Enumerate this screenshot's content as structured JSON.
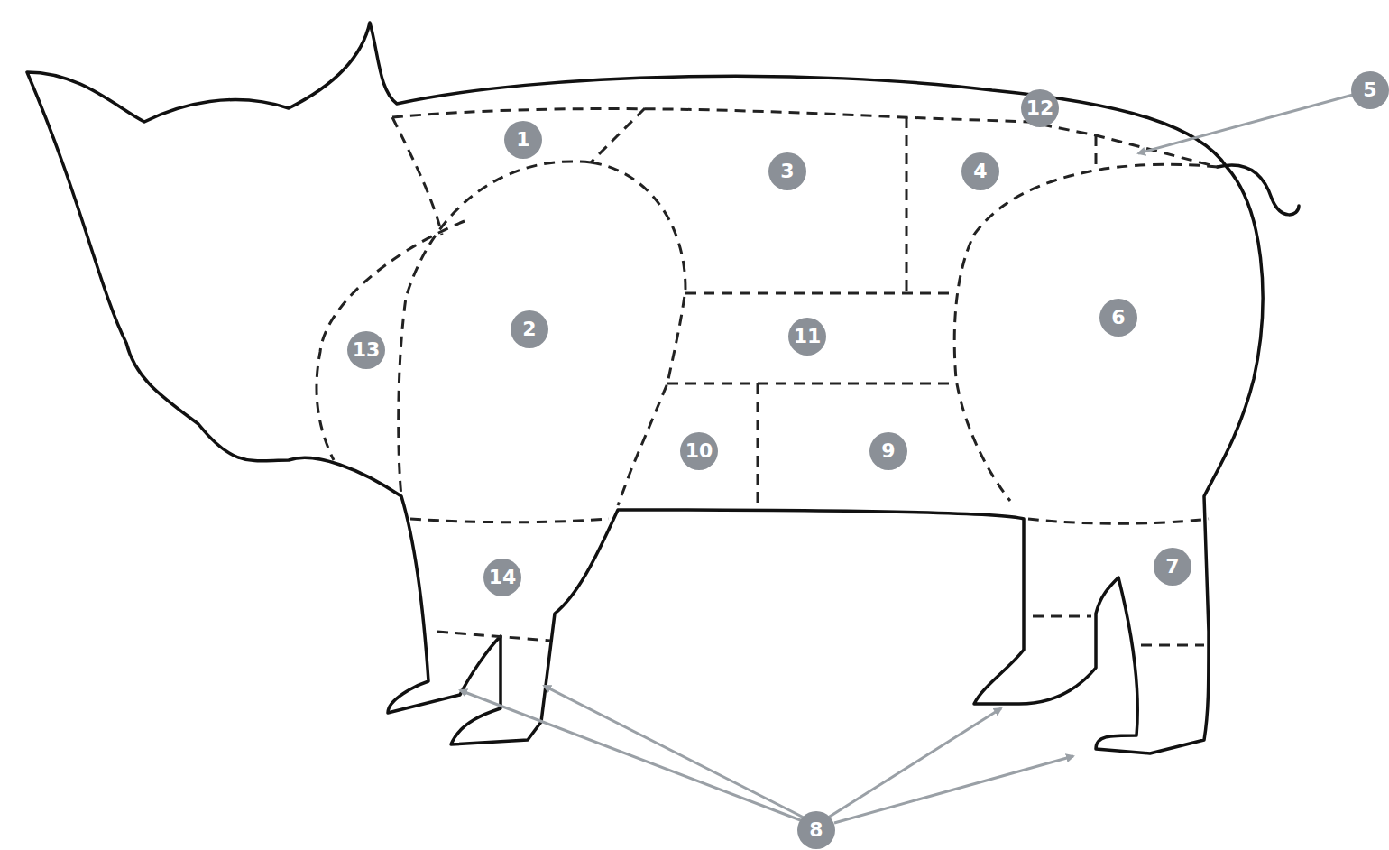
{
  "diagram": {
    "labels": [
      "1",
      "12",
      "5",
      "3",
      "4",
      "2",
      "6",
      "13",
      "11",
      "10",
      "9",
      "14",
      "7",
      "8"
    ]
  }
}
